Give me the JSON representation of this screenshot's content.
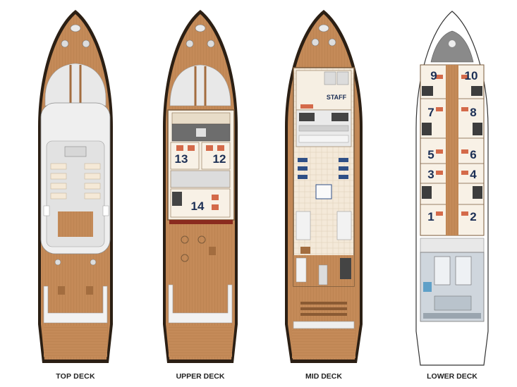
{
  "decks": [
    {
      "label": "TOP DECK",
      "cabins": []
    },
    {
      "label": "UPPER DECK",
      "cabins": [
        "13",
        "12",
        "14"
      ]
    },
    {
      "label": "MID DECK",
      "cabins": [],
      "zone_label": "STAFF"
    },
    {
      "label": "LOWER DECK",
      "cabins": [
        "9",
        "10",
        "7",
        "8",
        "5",
        "6",
        "3",
        "4",
        "1",
        "2"
      ]
    }
  ],
  "colors": {
    "wood": "#c48a58",
    "wood_dark": "#a36d3f",
    "hull": "#2b1f14",
    "white_deck": "#ededed",
    "cabin_number": "#1c2f55",
    "sofa_blue": "#2f4f86",
    "engine_room": "#cfd6dd"
  }
}
